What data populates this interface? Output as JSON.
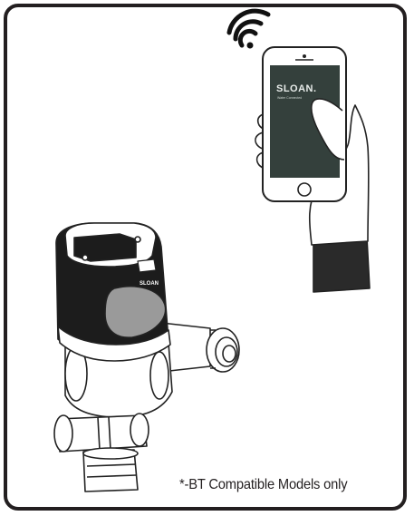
{
  "phone": {
    "brand_text": "SLOAN.",
    "tagline_text": "Water Connected"
  },
  "valve": {
    "brand_text": "SLOAN"
  },
  "caption": {
    "text": "*-BT Compatible Models only"
  },
  "colors": {
    "border": "#231f20",
    "phone_screen": "#34403c",
    "valve_dark": "#1c1c1c",
    "valve_sensor": "#9a9a9a"
  },
  "icons": {
    "wifi": "wifi-signal-icon"
  }
}
